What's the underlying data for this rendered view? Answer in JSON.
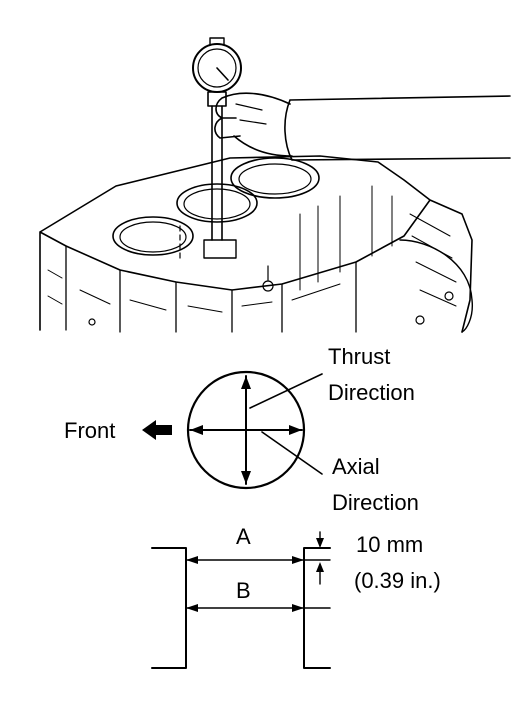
{
  "illustration": {
    "subject": "cylinder-bore-gauge-on-engine-block"
  },
  "direction_diagram": {
    "front_label": "Front",
    "thrust_line1": "Thrust",
    "thrust_line2": "Direction",
    "axial_line1": "Axial",
    "axial_line2": "Direction"
  },
  "measurement_diagram": {
    "label_a": "A",
    "label_b": "B",
    "offset_mm": "10 mm",
    "offset_in": "(0.39 in.)"
  }
}
